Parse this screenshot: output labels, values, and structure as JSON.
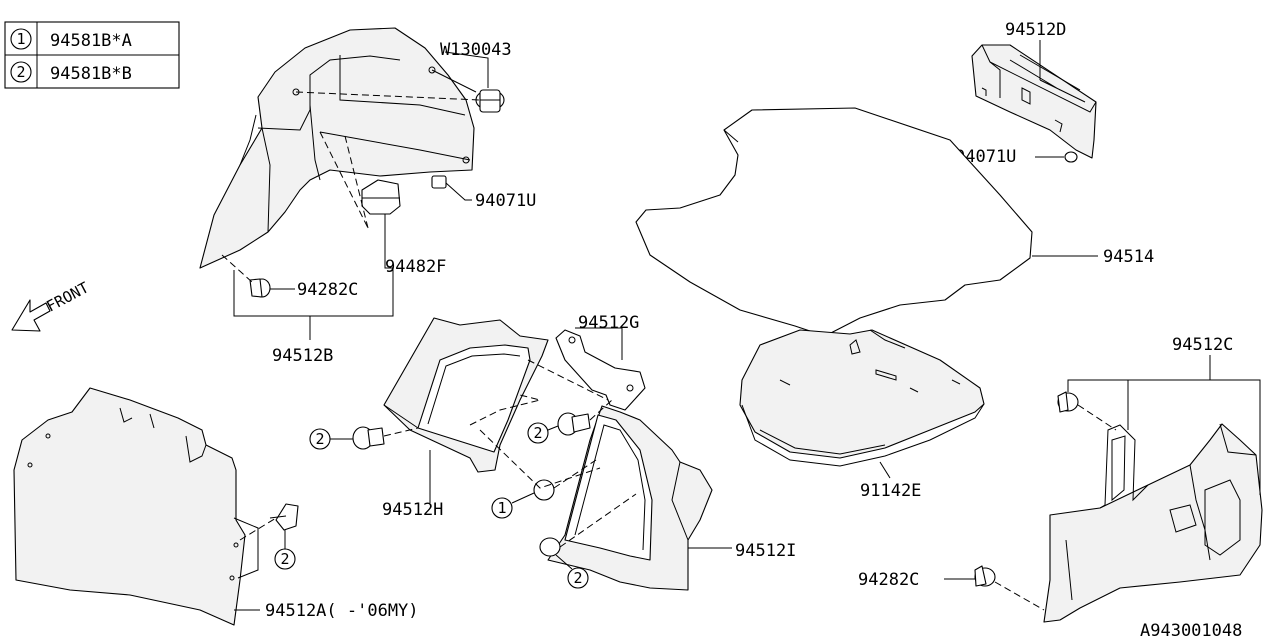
{
  "legend": {
    "rows": [
      {
        "key": "1",
        "part": "94581B*A"
      },
      {
        "key": "2",
        "part": "94581B*B"
      }
    ]
  },
  "direction_label": "FRONT",
  "callouts": {
    "w130043": "W130043",
    "p94071u_left": "94071U",
    "p94482f": "94482F",
    "p94282c_left": "94282C",
    "p94512b": "94512B",
    "p94512d": "94512D",
    "p94071u_right": "94071U",
    "p94514": "94514",
    "p94512g": "94512G",
    "p94512c": "94512C",
    "p94512h": "94512H",
    "p91142e": "91142E",
    "p94512i": "94512I",
    "p94282c_right": "94282C",
    "p94512a": "94512A( -'06MY)"
  },
  "ref_markers": [
    "1",
    "2",
    "2",
    "2",
    "2"
  ],
  "diagram_id": "A943001048"
}
